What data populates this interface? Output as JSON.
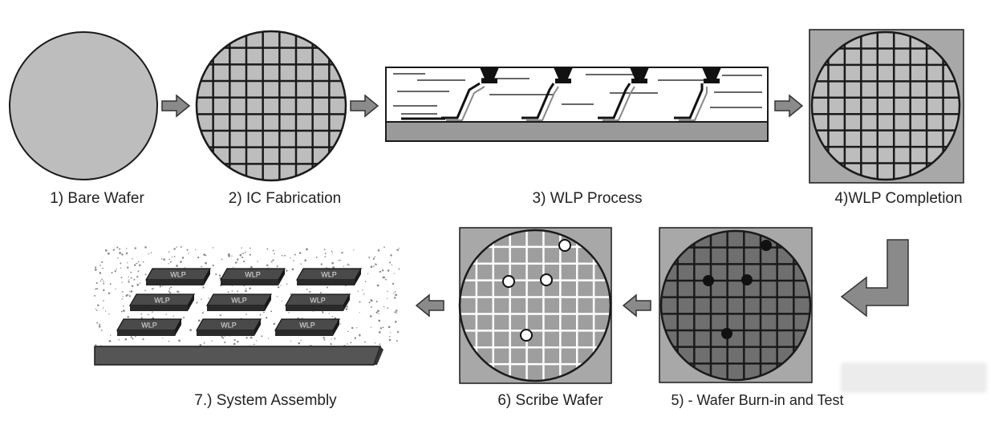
{
  "steps": {
    "s1": "1) Bare Wafer",
    "s2": "2) IC Fabrication",
    "s3": "3) WLP Process",
    "s4": "4)WLP Completion",
    "s5": "5) - Wafer Burn-in and Test",
    "s6": "6) Scribe Wafer",
    "s7": "7.) System Assembly"
  },
  "chip_label": "WLP",
  "colors": {
    "wafer_grey": "#bdbdbd",
    "grid_line": "#1a1a1a",
    "frame_grey": "#a8a8a8",
    "arrow_fill": "#8a8a8a",
    "dark_wafer": "#6f6f6f",
    "chip_fill": "#4a4a4a"
  }
}
